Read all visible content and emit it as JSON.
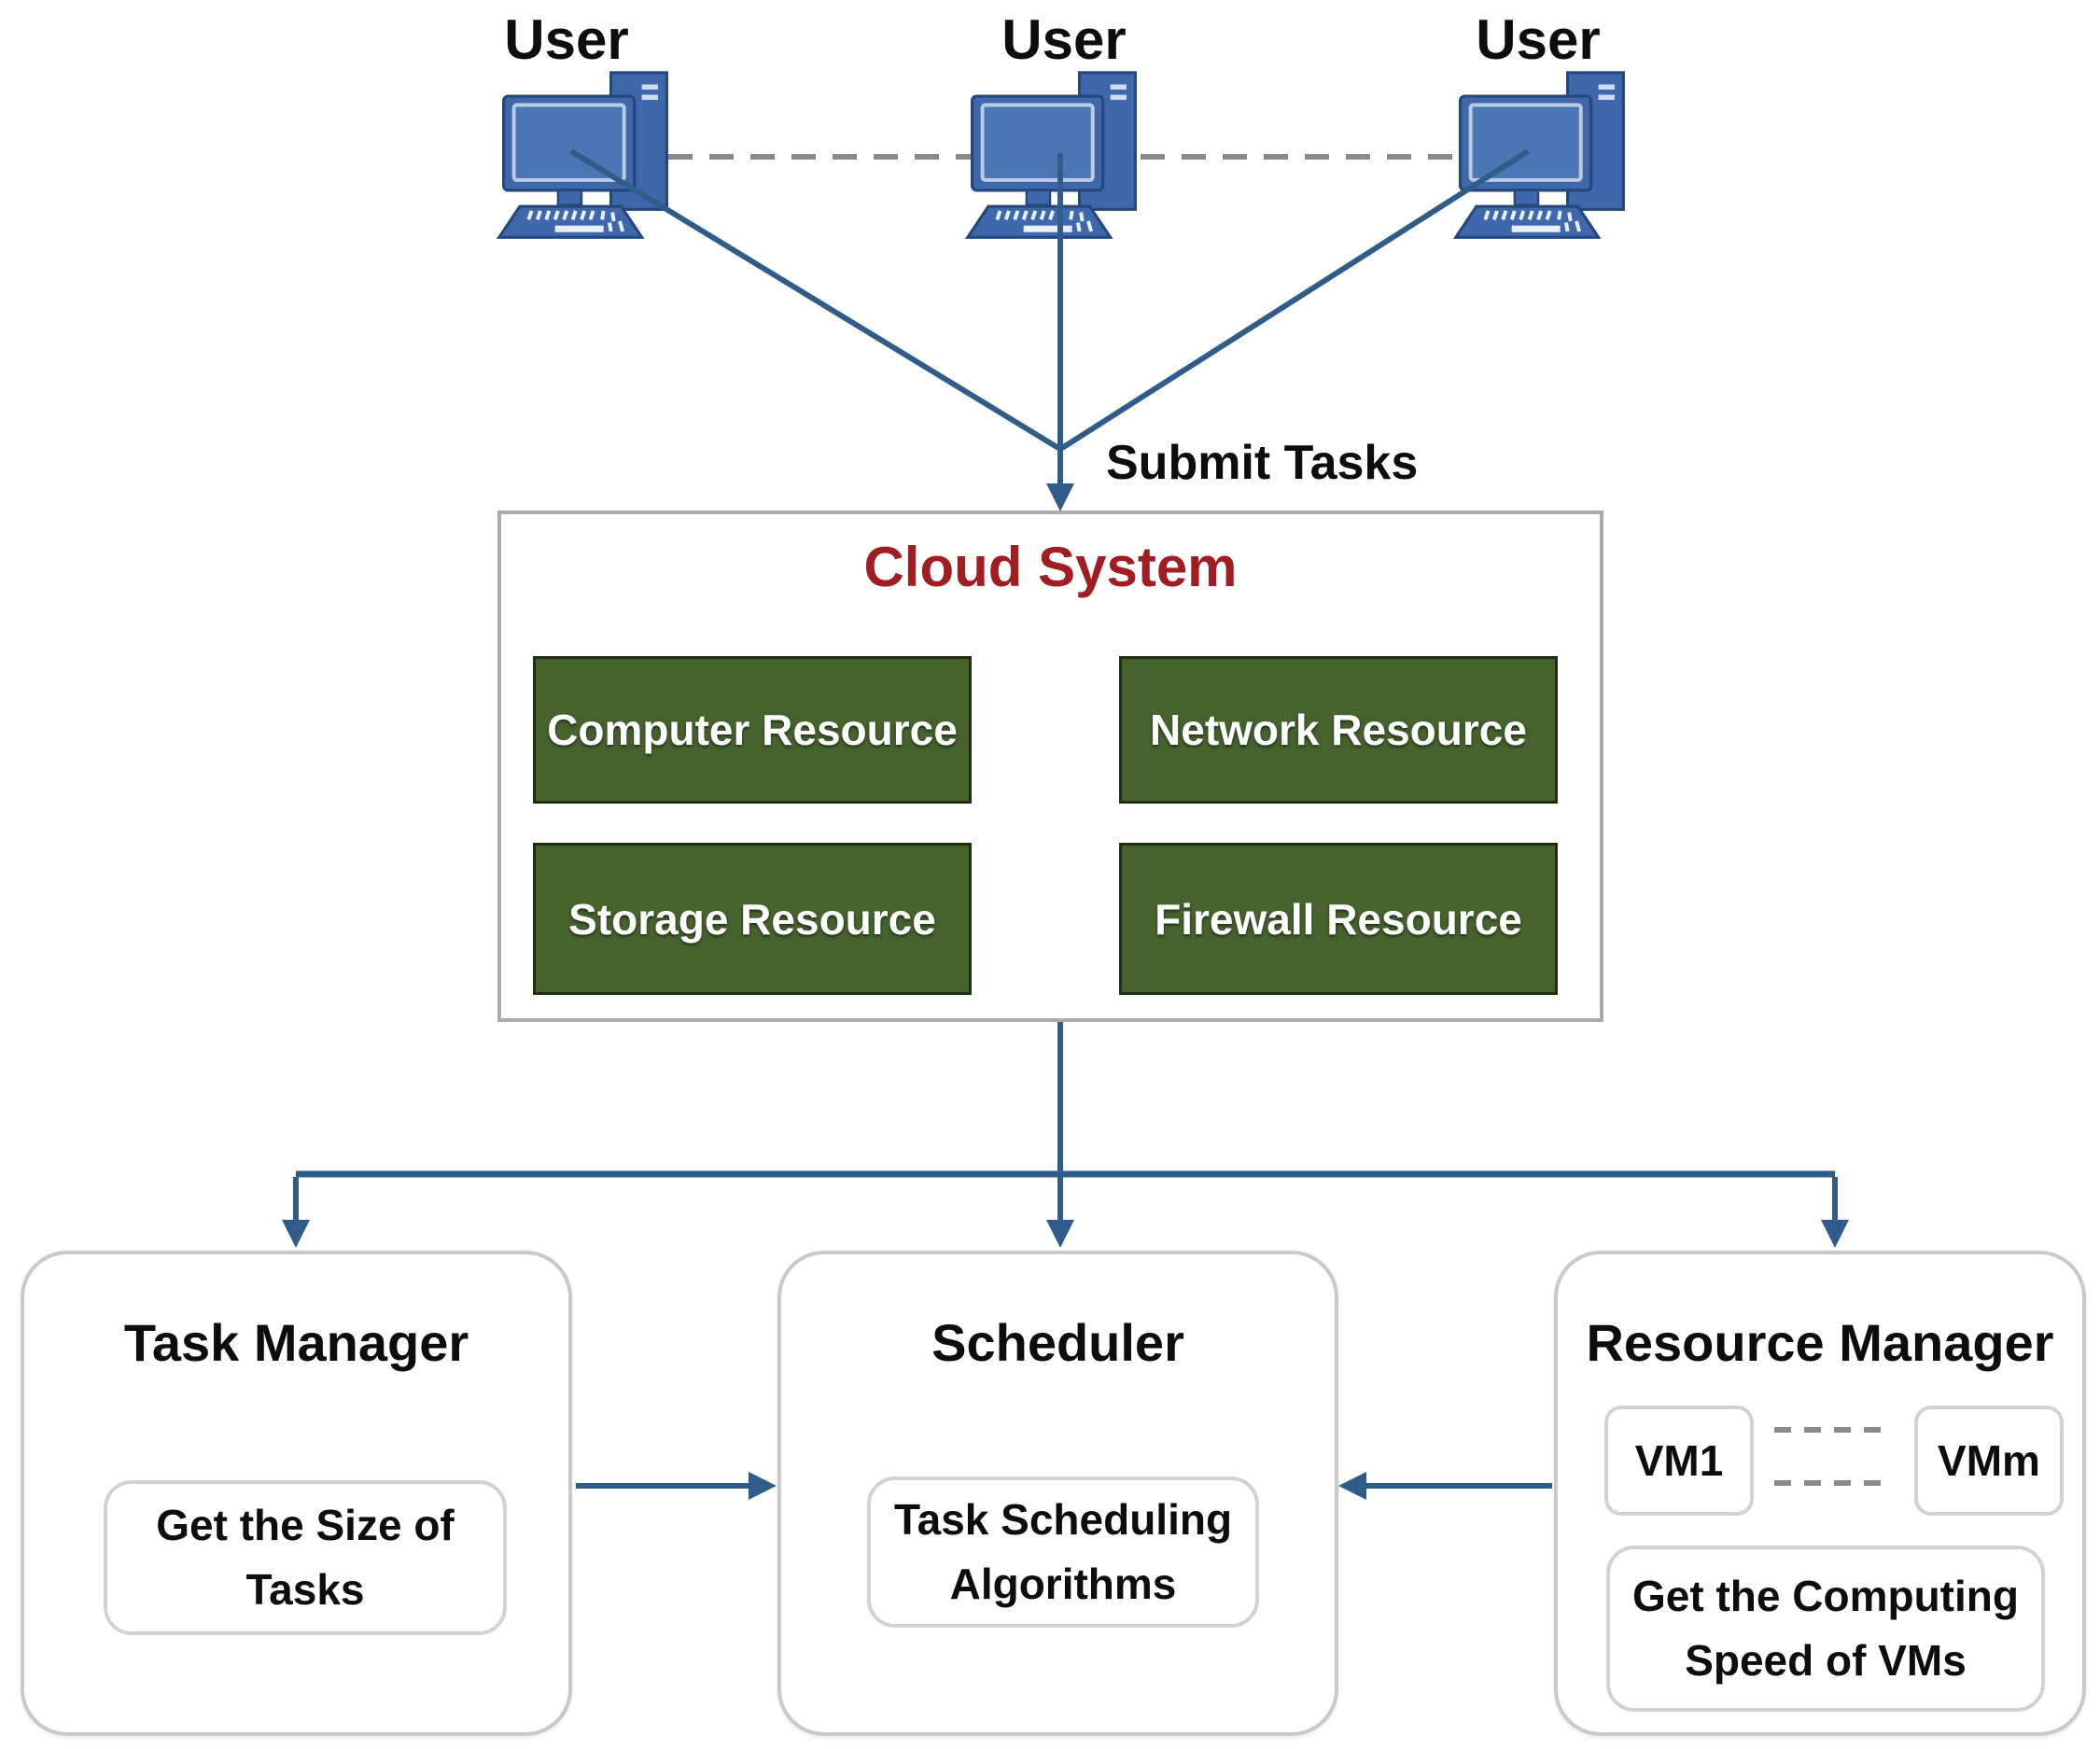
{
  "users": {
    "labels": [
      "User",
      "User",
      "User"
    ]
  },
  "submit_tasks_label": "Submit Tasks",
  "cloud_system": {
    "title": "Cloud System",
    "resources": [
      "Computer Resource",
      "Network Resource",
      "Storage Resource",
      "Firewall Resource"
    ]
  },
  "task_manager": {
    "title": "Task Manager",
    "inner_lines": [
      "Get the Size of",
      "Tasks"
    ]
  },
  "scheduler": {
    "title": "Scheduler",
    "inner_lines": [
      "Task Scheduling",
      "Algorithms"
    ]
  },
  "resource_manager": {
    "title": "Resource Manager",
    "vm_first": "VM1",
    "vm_last": "VMm",
    "inner_lines": [
      "Get the Computing",
      "Speed of VMs"
    ]
  },
  "colors": {
    "connector_blue": "#2f5c88",
    "computer_blue": "#3e68ab",
    "resource_green": "#46632e",
    "cloud_title_red": "#a11d21",
    "dashed_gray": "#8a8a8a",
    "box_border_gray": "#c9c9c9"
  }
}
